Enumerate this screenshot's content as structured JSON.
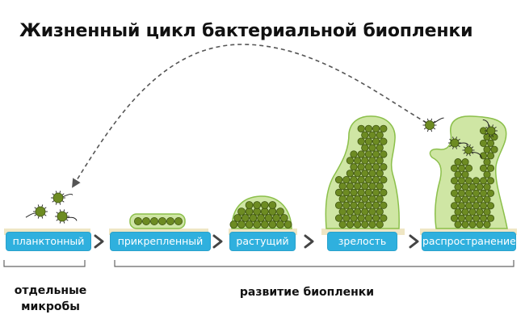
{
  "title": "Жизненный цикл бактериальной биопленки",
  "stages": [
    {
      "id": "planktonic",
      "label": "планктонный"
    },
    {
      "id": "attached",
      "label": "прикрепленный"
    },
    {
      "id": "growing",
      "label": "растущий"
    },
    {
      "id": "mature",
      "label": "зрелость"
    },
    {
      "id": "dispersal",
      "label": "распространение"
    }
  ],
  "captions": {
    "individual": [
      "отдельные",
      "микробы"
    ],
    "development": "развитие биопленки"
  },
  "colors": {
    "label_bg": "#2fb0de",
    "label_text": "#ffffff",
    "matrix_fill": "#cfe6a4",
    "matrix_stroke": "#8bbf4a",
    "cell_fill": "#6d8b22",
    "cell_stroke": "#3e5410",
    "surface": "#efe6c4",
    "arrow": "#444444"
  },
  "icons": [
    "bacterium-icon",
    "chevron-right-icon",
    "dashed-curved-arrow-icon"
  ]
}
